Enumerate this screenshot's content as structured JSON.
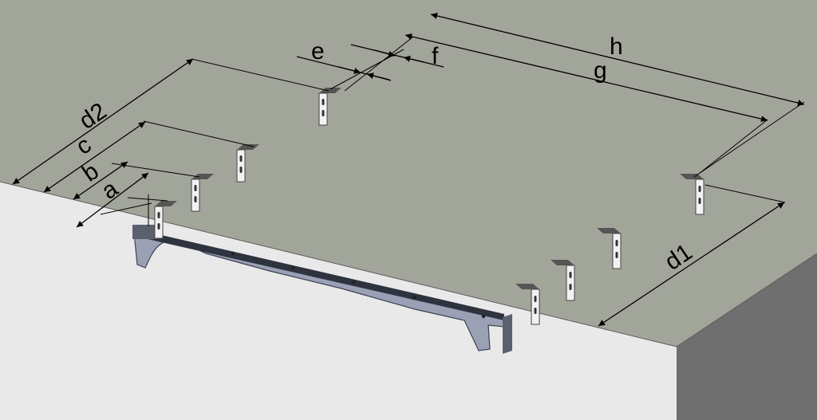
{
  "colors": {
    "ceiling": "#a2a69a",
    "wall_front": "#e9e9e9",
    "wall_side": "#6f6f6f",
    "rail": "#9aa1b5",
    "rail_edge": "#3d4250",
    "bracket": "#f2f2f2",
    "dimension_line": "#000000"
  },
  "labels": {
    "a": "a",
    "b": "b",
    "c": "c",
    "d1": "d1",
    "d2": "d2",
    "e": "e",
    "f": "f",
    "g": "g",
    "h": "h"
  }
}
